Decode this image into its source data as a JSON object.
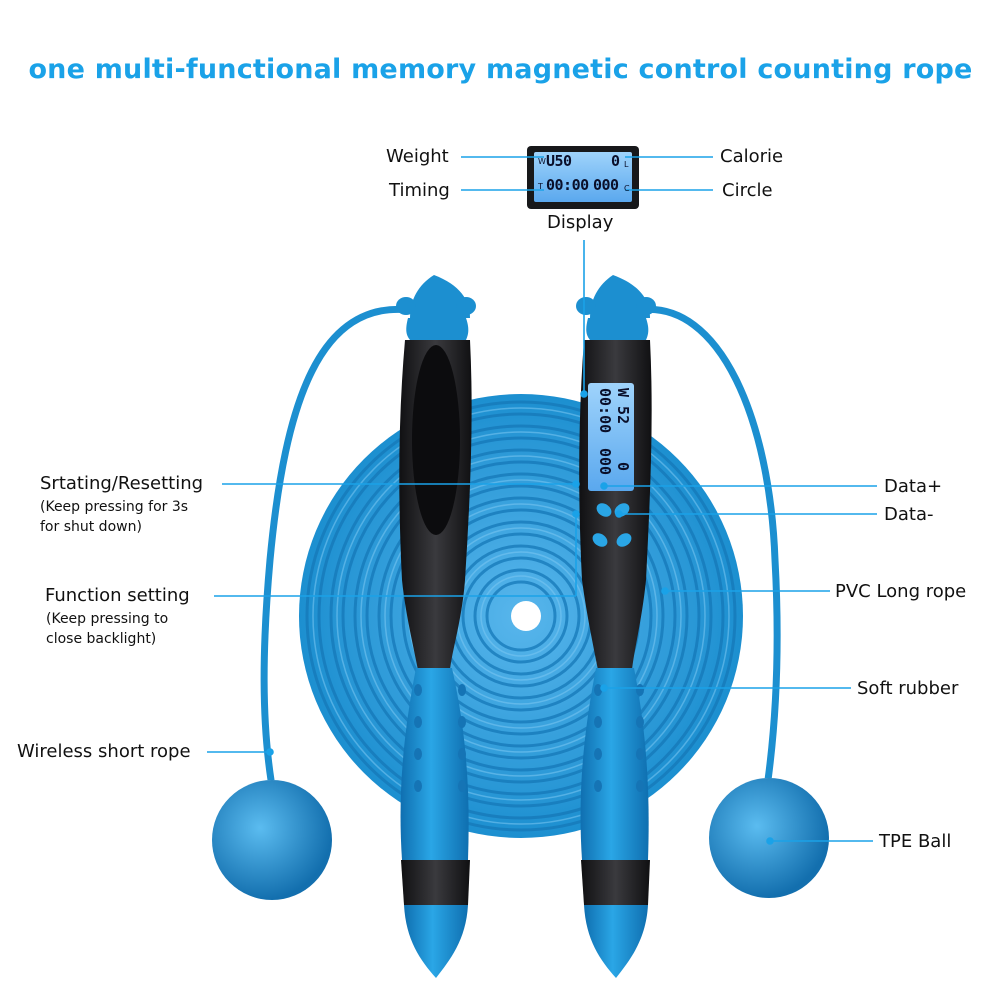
{
  "title": "one multi-functional memory magnetic control counting rope",
  "display": {
    "caption": "Display",
    "row1_left_tag": "W",
    "row1_value": "U50",
    "row1_right": "0",
    "row1_right_tag": "L",
    "row2_left_tag": "T",
    "row2_value": "00:00",
    "row2_count": "000",
    "row2_right_tag": "C"
  },
  "labels": {
    "weight": "Weight",
    "calorie": "Calorie",
    "timing": "Timing",
    "circle": "Circle",
    "starting": "Srtating/Resetting",
    "starting_note_1": "(Keep pressing for 3s",
    "starting_note_2": "for shut down)",
    "function": "Function setting",
    "function_note_1": "(Keep pressing to",
    "function_note_2": "close backlight)",
    "wireless": "Wireless short rope",
    "data_plus": "Data+",
    "data_minus": "Data-",
    "pvc": "PVC Long rope",
    "soft_rubber": "Soft rubber",
    "tpe_ball": "TPE Ball"
  },
  "colors": {
    "title": "#1aa2e8",
    "rope_blue": "#1c8fd0",
    "handle_blue": "#1e8ed0",
    "black": "#1c1c1e",
    "lcd": "#6fb6f2"
  },
  "icons": {
    "button_shape": "teardrop"
  }
}
